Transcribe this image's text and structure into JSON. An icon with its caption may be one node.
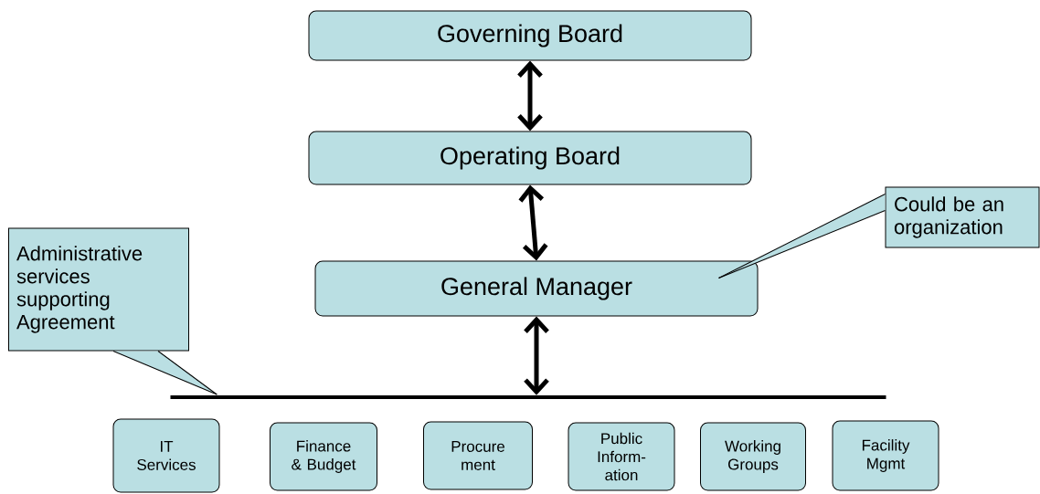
{
  "diagram": {
    "nodes": [
      {
        "text": [
          "Governing Board"
        ]
      },
      {
        "text": [
          "Operating Board"
        ]
      },
      {
        "text": [
          "General Manager"
        ]
      },
      {
        "text": [],
        "shape": "bar"
      },
      {
        "text": [
          "IT Services"
        ]
      },
      {
        "text": [
          "Finance & Budget"
        ]
      },
      {
        "text": [
          "Procure ment"
        ]
      },
      {
        "text": [
          "Public Inform- ation"
        ]
      },
      {
        "text": [
          "Working Groups"
        ]
      },
      {
        "text": [
          "Facility Mgmt"
        ]
      },
      {
        "text": [
          "Could be an organization"
        ]
      },
      {
        "text": [
          "Administrative services supporting Agreement"
        ]
      }
    ],
    "edges": [
      {
        "from": 0,
        "to": 1,
        "arrow": "both"
      },
      {
        "from": 1,
        "to": 2,
        "arrow": "both"
      },
      {
        "from": 2,
        "to": 3,
        "arrow": "both"
      },
      {
        "from": 10,
        "to": 2,
        "arrow": "none"
      },
      {
        "from": 11,
        "to": 3,
        "arrow": "none"
      }
    ]
  }
}
